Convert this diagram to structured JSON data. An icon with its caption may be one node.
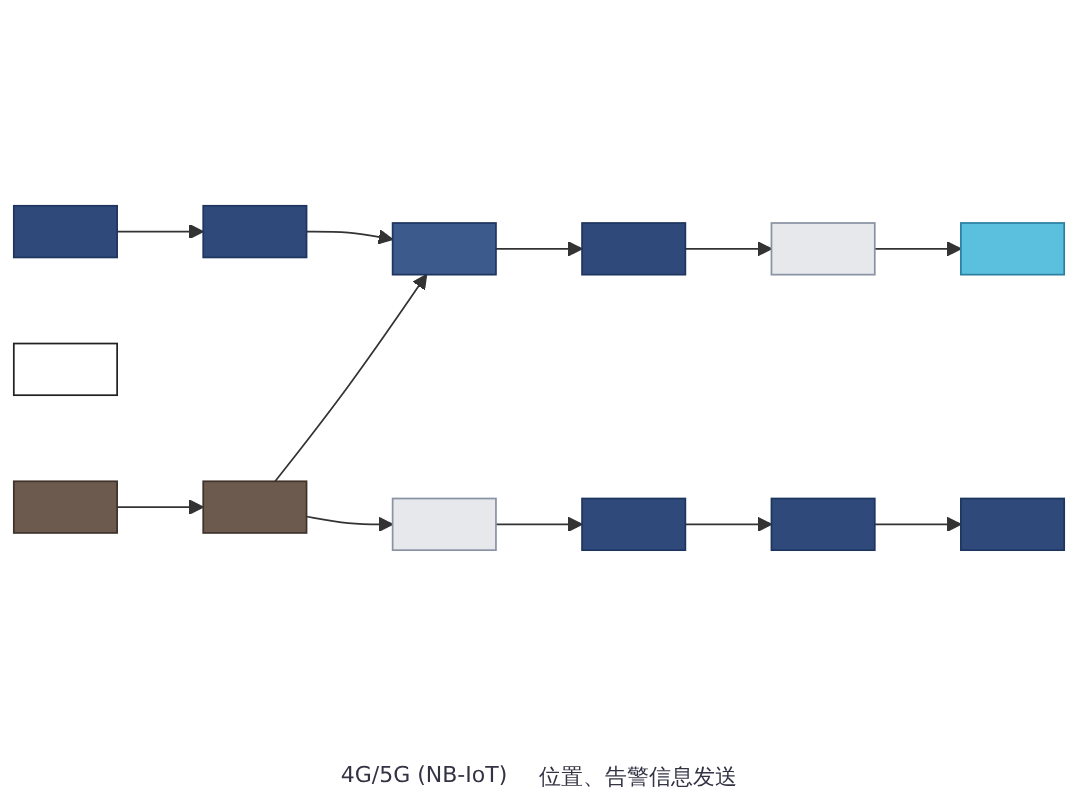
{
  "diagram": {
    "nodes": [
      {
        "text": [],
        "shape": "box"
      },
      {
        "text": [],
        "shape": "box"
      },
      {
        "text": [],
        "shape": "box"
      },
      {
        "text": [],
        "shape": "box"
      },
      {
        "text": [],
        "shape": "box"
      },
      {
        "text": [],
        "shape": "box"
      },
      {
        "text": [],
        "shape": "box"
      },
      {
        "text": [],
        "shape": "box"
      },
      {
        "text": [],
        "shape": "box"
      },
      {
        "text": [],
        "shape": "box"
      },
      {
        "text": [],
        "shape": "box"
      },
      {
        "text": [],
        "shape": "box"
      },
      {
        "text": [],
        "shape": "box"
      }
    ],
    "edges": [
      {
        "from": 0,
        "to": 1,
        "arrow": "to"
      },
      {
        "from": 1,
        "to": 2,
        "arrow": "to"
      },
      {
        "from": 2,
        "to": 3,
        "arrow": "to"
      },
      {
        "from": 3,
        "to": 4,
        "arrow": "to"
      },
      {
        "from": 7,
        "to": 2,
        "arrow": "to"
      },
      {
        "from": 6,
        "to": 7,
        "arrow": "to"
      },
      {
        "from": 4,
        "to": 9,
        "arrow": "to"
      },
      {
        "from": 7,
        "to": 8,
        "arrow": "to"
      },
      {
        "from": 8,
        "to": 10,
        "arrow": "to"
      },
      {
        "from": 10,
        "to": 11,
        "arrow": "to"
      },
      {
        "from": 11,
        "to": 12,
        "arrow": "to"
      }
    ],
    "labels": [
      "4G/5G (NB-IoT)",
      "位置、告警信息发送"
    ]
  }
}
